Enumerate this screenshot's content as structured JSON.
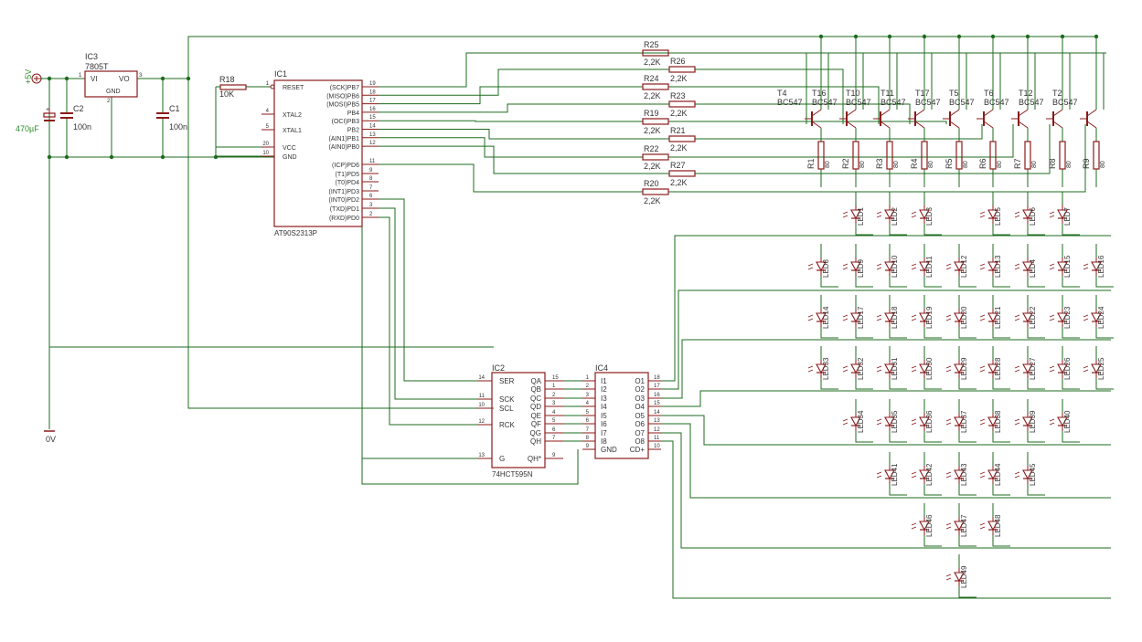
{
  "colors": {
    "wire": "#1d6b1d",
    "part": "#8b1a1a",
    "label": "#333333",
    "power": "#2e8b2e"
  },
  "supply": {
    "vcc": "+5V",
    "gnd": "0V",
    "cap": "470µF"
  },
  "ic3": {
    "name": "IC3",
    "type": "7805T",
    "vi": "VI",
    "vo": "VO",
    "gnd": "GND",
    "p1": "1",
    "p2": "2",
    "p3": "3"
  },
  "c2": {
    "name": "C2",
    "value": "100n"
  },
  "c1": {
    "name": "C1",
    "value": "100n"
  },
  "r18": {
    "name": "R18",
    "value": "10K"
  },
  "ic1": {
    "name": "IC1",
    "type": "AT90S2313P",
    "left_pins": [
      {
        "num": "1",
        "label": "RESET"
      },
      {
        "num": "4",
        "label": "XTAL2"
      },
      {
        "num": "5",
        "label": "XTAL1"
      },
      {
        "num": "20",
        "label": "VCC"
      },
      {
        "num": "10",
        "label": "GND"
      }
    ],
    "right_pins": [
      {
        "num": "19",
        "label": "(SCK)PB7"
      },
      {
        "num": "18",
        "label": "(MISO)PB6"
      },
      {
        "num": "17",
        "label": "(MOSI)PB5"
      },
      {
        "num": "16",
        "label": "PB4"
      },
      {
        "num": "15",
        "label": "(OCI)PB3"
      },
      {
        "num": "14",
        "label": "PB2"
      },
      {
        "num": "13",
        "label": "(AIN1)PB1"
      },
      {
        "num": "12",
        "label": "(AIN0)PB0"
      },
      {
        "num": "11",
        "label": "(ICP)PD6"
      },
      {
        "num": "9",
        "label": "(T1)PD5"
      },
      {
        "num": "8",
        "label": "(T0)PD4"
      },
      {
        "num": "7",
        "label": "(INT1)PD3"
      },
      {
        "num": "6",
        "label": "(INT0)PD2"
      },
      {
        "num": "3",
        "label": "(TXD)PD1"
      },
      {
        "num": "2",
        "label": "(RXD)PD0"
      }
    ]
  },
  "ic2": {
    "name": "IC2",
    "type": "74HCT595N",
    "left_pins": [
      {
        "num": "14",
        "label": "SER"
      },
      {
        "num": "11",
        "label": "SCK"
      },
      {
        "num": "10",
        "label": "SCL"
      },
      {
        "num": "12",
        "label": "RCK"
      },
      {
        "num": "13",
        "label": "G"
      }
    ],
    "right_pins": [
      {
        "num": "15",
        "label": "QA"
      },
      {
        "num": "1",
        "label": "QB"
      },
      {
        "num": "2",
        "label": "QC"
      },
      {
        "num": "3",
        "label": "QD"
      },
      {
        "num": "4",
        "label": "QE"
      },
      {
        "num": "5",
        "label": "QF"
      },
      {
        "num": "6",
        "label": "QG"
      },
      {
        "num": "7",
        "label": "QH"
      },
      {
        "num": "9",
        "label": "QH*"
      }
    ]
  },
  "ic4": {
    "name": "IC4",
    "left_pins": [
      {
        "num": "1",
        "label": "I1"
      },
      {
        "num": "2",
        "label": "I2"
      },
      {
        "num": "3",
        "label": "I3"
      },
      {
        "num": "4",
        "label": "I4"
      },
      {
        "num": "5",
        "label": "I5"
      },
      {
        "num": "6",
        "label": "I6"
      },
      {
        "num": "7",
        "label": "I7"
      },
      {
        "num": "8",
        "label": "I8"
      },
      {
        "num": "9",
        "label": "GND"
      }
    ],
    "right_pins": [
      {
        "num": "18",
        "label": "O1"
      },
      {
        "num": "17",
        "label": "O2"
      },
      {
        "num": "16",
        "label": "O3"
      },
      {
        "num": "15",
        "label": "O4"
      },
      {
        "num": "14",
        "label": "O5"
      },
      {
        "num": "13",
        "label": "O6"
      },
      {
        "num": "12",
        "label": "O7"
      },
      {
        "num": "11",
        "label": "O8"
      },
      {
        "num": "10",
        "label": "CD+"
      }
    ]
  },
  "base_resistors": [
    {
      "name": "R25",
      "value": "2,2K"
    },
    {
      "name": "R26",
      "value": "2,2K"
    },
    {
      "name": "R24",
      "value": "2,2K"
    },
    {
      "name": "R23",
      "value": "2,2K"
    },
    {
      "name": "R19",
      "value": "2,2K"
    },
    {
      "name": "R21",
      "value": "2,2K"
    },
    {
      "name": "R22",
      "value": "2,2K"
    },
    {
      "name": "R27",
      "value": "2,2K"
    },
    {
      "name": "R20",
      "value": "2,2K"
    }
  ],
  "transistors": [
    {
      "name": "T4",
      "type": "BC547"
    },
    {
      "name": "T16",
      "type": "BC547"
    },
    {
      "name": "T10",
      "type": "BC547"
    },
    {
      "name": "T11",
      "type": "BC547"
    },
    {
      "name": "T17",
      "type": "BC547"
    },
    {
      "name": "T5",
      "type": "BC547"
    },
    {
      "name": "T6",
      "type": "BC547"
    },
    {
      "name": "T12",
      "type": "BC547"
    },
    {
      "name": "T2",
      "type": "BC547"
    }
  ],
  "column_resistors": [
    {
      "name": "R1",
      "value": "80"
    },
    {
      "name": "R2",
      "value": "80"
    },
    {
      "name": "R3",
      "value": "80"
    },
    {
      "name": "R4",
      "value": "80"
    },
    {
      "name": "R5",
      "value": "80"
    },
    {
      "name": "R6",
      "value": "80"
    },
    {
      "name": "R7",
      "value": "80"
    },
    {
      "name": "R8",
      "value": "80"
    },
    {
      "name": "R9",
      "value": "80"
    }
  ],
  "led_rows": [
    [
      "LED1",
      "LED2",
      "LED3",
      "LED5",
      "LED6",
      "LED7"
    ],
    [
      "LED8",
      "LED9",
      "LED10",
      "LED11",
      "LED12",
      "LED13",
      "LED4",
      "LED15",
      "LED16"
    ],
    [
      "LED14",
      "LED17",
      "LED18",
      "LED19",
      "LED20",
      "LED21",
      "LED22",
      "LED23",
      "LED24"
    ],
    [
      "LED33",
      "LED32",
      "LED31",
      "LED30",
      "LED29",
      "LED28",
      "LED27",
      "LED26",
      "LED25"
    ],
    [
      "LED34",
      "LED35",
      "LED36",
      "LED37",
      "LED38",
      "LED39",
      "LED40"
    ],
    [
      "LED41",
      "LED42",
      "LED43",
      "LED44",
      "LED45"
    ],
    [
      "LED46",
      "LED47",
      "LED48"
    ],
    [
      "LED49"
    ]
  ]
}
